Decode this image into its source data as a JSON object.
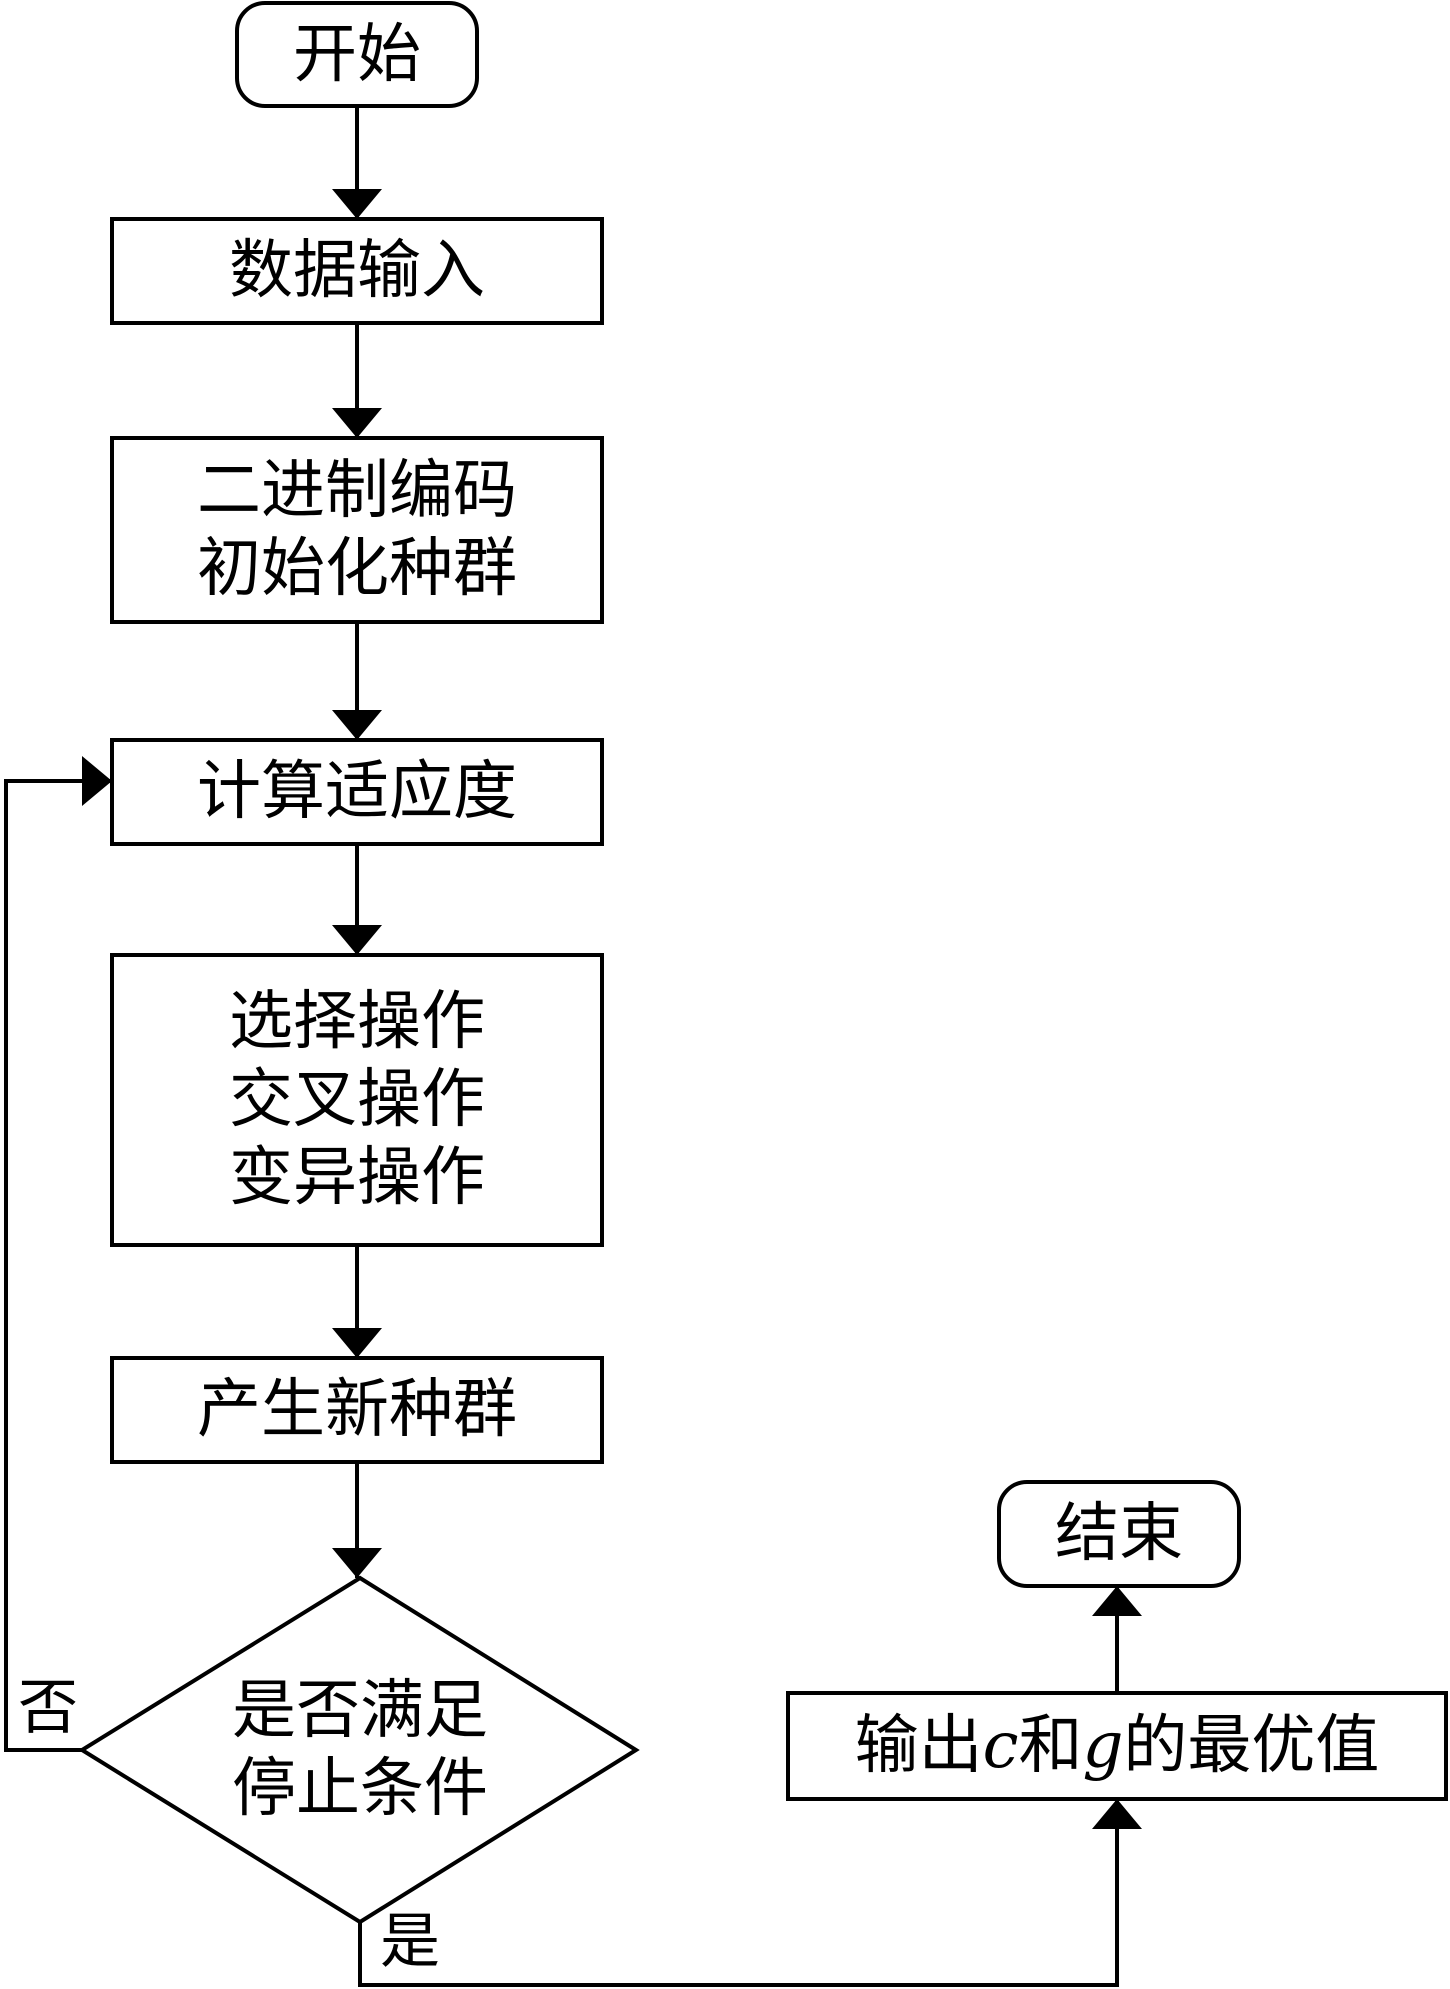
{
  "diagram": {
    "start": "开始",
    "data_input": "数据输入",
    "encode": {
      "line1": "二进制编码",
      "line2": "初始化种群"
    },
    "fitness": "计算适应度",
    "operators": {
      "line1": "选择操作",
      "line2": "交叉操作",
      "line3": "变异操作"
    },
    "new_population": "产生新种群",
    "decision": {
      "line1": "是否满足",
      "line2": "停止条件"
    },
    "edge_no": "否",
    "edge_yes": "是",
    "output": {
      "prefix": "输出",
      "var_c": "c",
      "mid": "和",
      "var_g": "g",
      "suffix": "的最优值"
    },
    "end": "结束"
  }
}
